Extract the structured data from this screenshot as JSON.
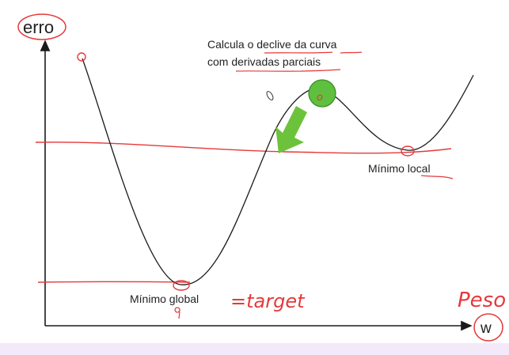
{
  "diagram": {
    "y_axis_label": "erro",
    "x_axis_label": "w",
    "annotation_line1": "Calcula o declive da curva",
    "annotation_line2": "com derivadas parciais",
    "local_min_label": "Mínimo local",
    "global_min_label": "Mínimo global",
    "handwritten_target": "=target",
    "handwritten_peso": "Peso",
    "handwritten_mark_ball": "o"
  },
  "colors": {
    "curve": "#1a1a1a",
    "axis": "#1a1a1a",
    "annotation_ink": "#e5393b",
    "ball_fill": "#5fbf3f",
    "arrow": "#6cc33b",
    "footer": "#f3e9f8"
  },
  "icons": [
    "arrow-down-left-icon",
    "ball-marker-icon",
    "pen-cursor-icon"
  ]
}
